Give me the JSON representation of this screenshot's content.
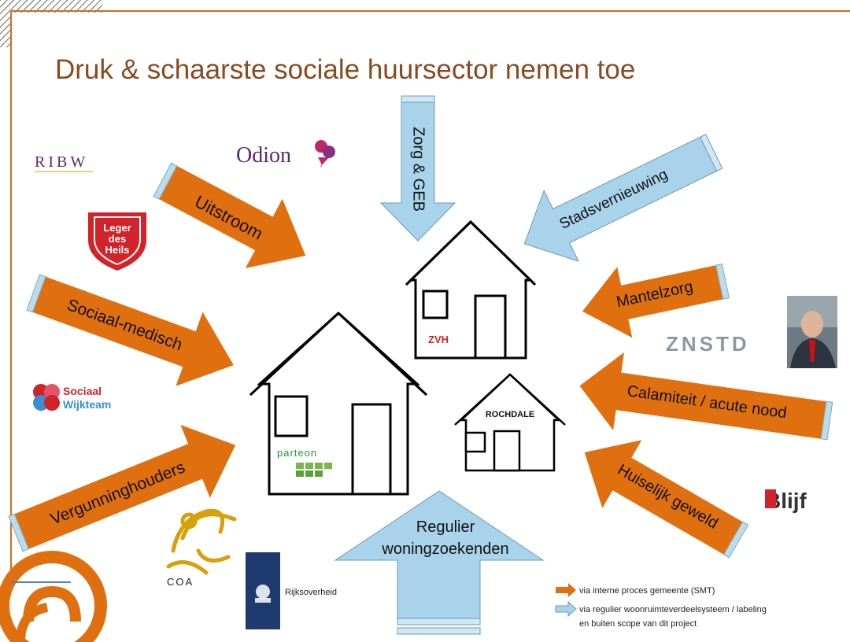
{
  "title": "Druk & schaarste sociale huursector nemen toe",
  "arrows": {
    "uitstroom": "Uitstroom",
    "zorg_geb": "Zorg & GEB",
    "stadsvernieuwing": "Stadsvernieuwing",
    "mantelzorg": "Mantelzorg",
    "sociaal_medisch": "Sociaal-medisch",
    "calamiteit": "Calamiteit / acute nood",
    "vergunninghouders": "Vergunninghouders",
    "huiselijk_geweld": "Huiselijk geweld",
    "regulier_line1": "Regulier",
    "regulier_line2": "woningzoekenden"
  },
  "logos": {
    "ribw": "RIBW",
    "odion": "Odion",
    "leger_des_heils": [
      "Leger",
      "des",
      "Heils"
    ],
    "sociaal_wijkteam": [
      "Sociaal",
      "Wijkteam"
    ],
    "znstd": "ZNSTD",
    "blijf": "Blijf",
    "coa": "COA",
    "rijksoverheid": "Rijksoverheid",
    "zvh": "ZVH",
    "rochdale": "ROCHDALE",
    "parteon": "parteon"
  },
  "legend": {
    "orange": "via interne proces gemeente (SMT)",
    "blue_line1": "via regulier woonruimteverdeelsysteem / labeling",
    "blue_line2": "en buiten scope van dit project"
  },
  "colors": {
    "orange": "#e0700f",
    "blue": "#a9d3ea",
    "title": "#8a4a22",
    "frame": "#d46b1c"
  }
}
